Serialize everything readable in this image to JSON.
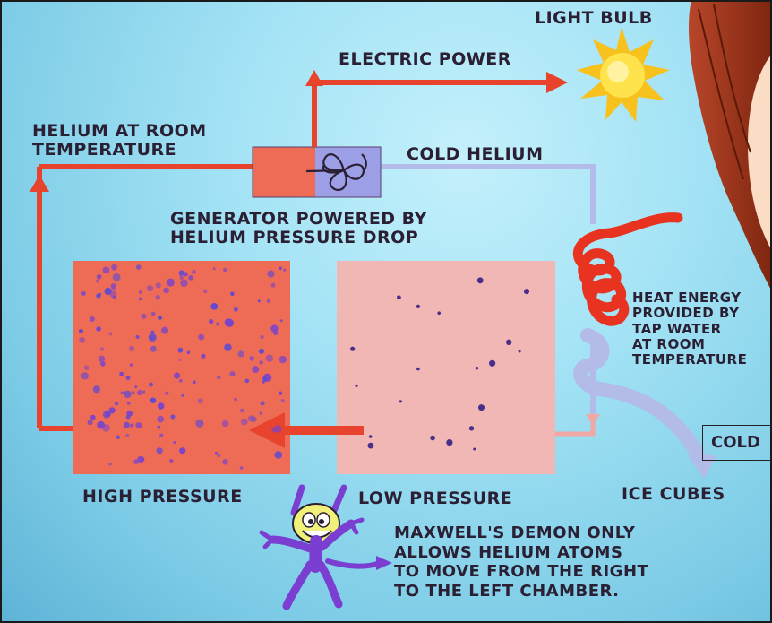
{
  "labels": {
    "light_bulb": "LIGHT BULB",
    "electric_power": "ELECTRIC POWER",
    "helium_room_temp": "HELIUM AT ROOM\nTEMPERATURE",
    "cold_helium": "COLD HELIUM",
    "generator": "GENERATOR POWERED BY\nHELIUM PRESSURE DROP",
    "heat_energy": "HEAT ENERGY\nPROVIDED BY\nTAP WATER\nAT ROOM\nTEMPERATURE",
    "cold": "COLD",
    "high_pressure": "HIGH PRESSURE",
    "low_pressure": "LOW PRESSURE",
    "ice_cubes": "ICE CUBES",
    "demon_caption": "MAXWELL'S DEMON ONLY\nALLOWS HELIUM ATOMS\nTO MOVE FROM THE RIGHT\nTO THE LEFT CHAMBER."
  },
  "colors": {
    "hot_helium": "#ee6b55",
    "cold_helium": "#b3bbe9",
    "low_pressure_chamber": "#f1b7b5",
    "arrow_red": "#e8432c",
    "atom_purple": "#7a44c9",
    "demon_purple": "#7a3fd0",
    "text": "#2a1f33"
  }
}
